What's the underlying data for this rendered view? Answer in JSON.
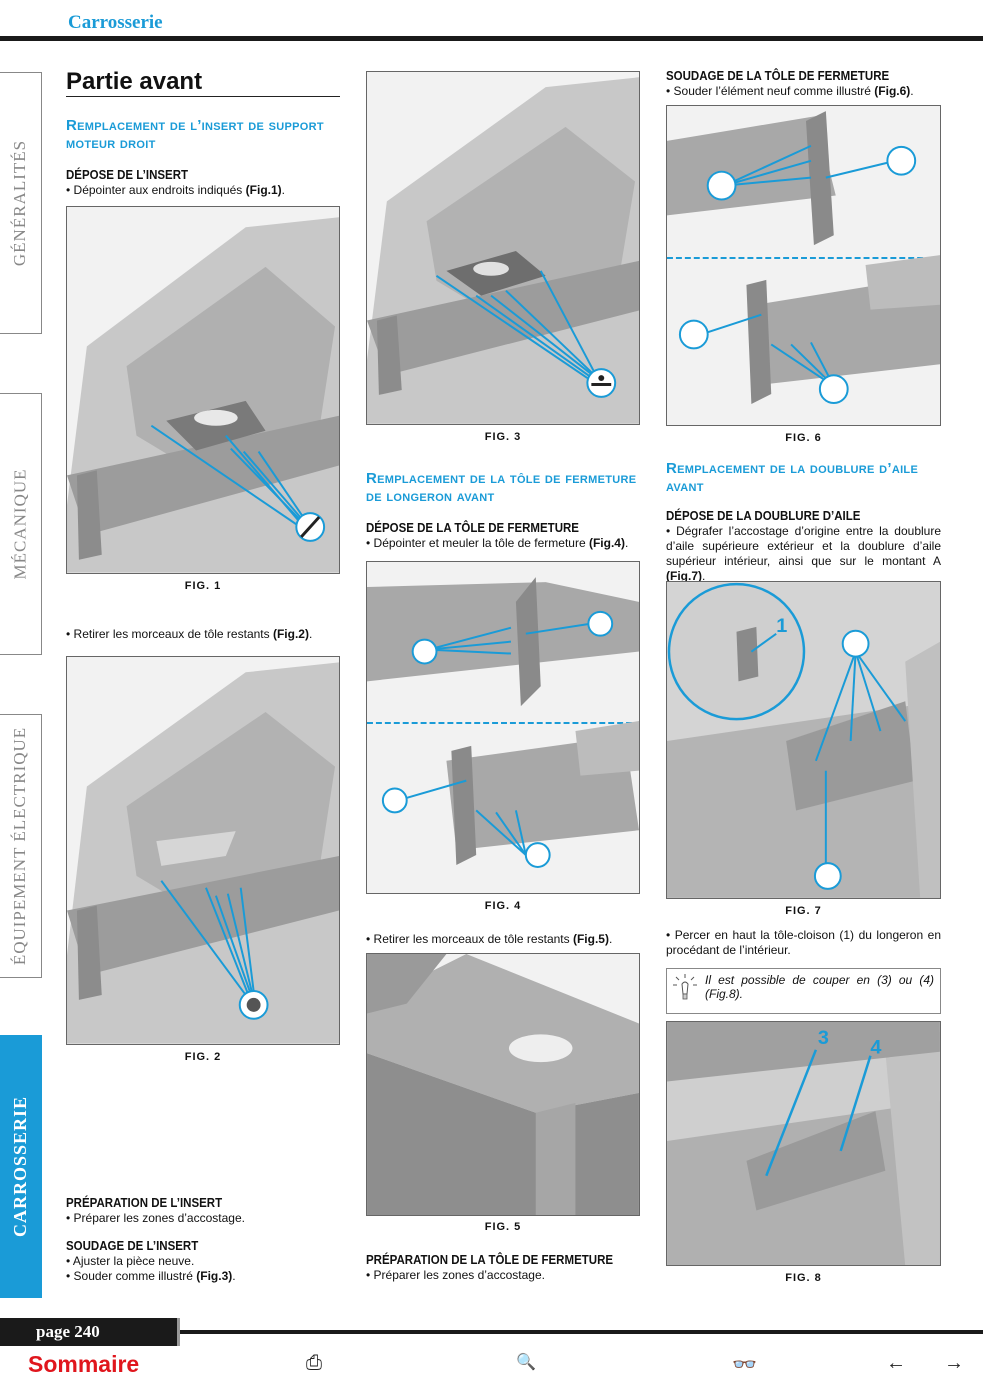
{
  "header": {
    "title": "Carrosserie"
  },
  "side_tabs": [
    "GÉNÉRALITÉS",
    "MÉCANIQUE",
    "ÉQUIPEMENT ÉLECTRIQUE",
    "CARROSSERIE"
  ],
  "col1": {
    "title": "Partie avant",
    "section1": "Remplacement de l’insert de support moteur droit",
    "depose_title": "DÉPOSE DE L’INSERT",
    "depose_text": "• Dépointer aux endroits indiqués ",
    "depose_ref": "(Fig.1)",
    "fig1": "FIG. 1",
    "retirer_text": "• Retirer les morceaux de tôle restants ",
    "retirer_ref": "(Fig.2)",
    "fig2": "FIG. 2",
    "prep_title": "PRÉPARATION DE L’INSERT",
    "prep_text": "• Préparer les zones d’accostage.",
    "soud_title": "SOUDAGE DE L’INSERT",
    "soud_text1": "• Ajuster la pièce neuve.",
    "soud_text2": "• Souder comme illustré ",
    "soud_ref": "(Fig.3)"
  },
  "col2": {
    "fig3": "FIG. 3",
    "section2": "Remplacement de la tôle de fermeture de longeron avant",
    "depose_title": "DÉPOSE DE LA TÔLE DE FERMETURE",
    "depose_text": "• Dépointer et meuler la tôle de fermeture ",
    "depose_ref": "(Fig.4)",
    "fig4": "FIG. 4",
    "retirer_text": "• Retirer les morceaux de tôle restants ",
    "retirer_ref": "(Fig.5)",
    "fig5": "FIG. 5",
    "prep_title": "PRÉPARATION DE LA TÔLE DE FERMETURE",
    "prep_text": "• Préparer les zones d’accostage."
  },
  "col3": {
    "soud_title": "SOUDAGE DE LA TÔLE DE FERMETURE",
    "soud_text": "• Souder l’élément neuf comme illustré ",
    "soud_ref": "(Fig.6)",
    "fig6": "FIG. 6",
    "section3": "Remplacement de la doublure d’aile avant",
    "depose_title": "DÉPOSE DE LA DOUBLURE D’AILE",
    "depose_text": "• Dégrafer l’accostage d’origine entre la doublure d’aile supérieure extérieur et la doublure d’aile supérieur intérieur, ainsi que sur le montant A ",
    "depose_ref": "(Fig.7)",
    "fig7": "FIG. 7",
    "fig7_label1": "1",
    "percer_text": "• Percer en haut la tôle-cloison (1) du longeron en procédant de l’intérieur.",
    "note_text": "Il est possible de couper en (3) ou (4) (Fig.8).",
    "fig8": "FIG. 8",
    "fig8_label3": "3",
    "fig8_label4": "4"
  },
  "footer": {
    "page": "page 240",
    "sommaire": "Sommaire",
    "print_icon": "⎙",
    "search_icon": "🔍",
    "binoculars_icon": "👓",
    "prev_icon": "←",
    "next_icon": "→"
  },
  "colors": {
    "accent": "#1a9bd7",
    "sommaire": "#e0161d"
  }
}
